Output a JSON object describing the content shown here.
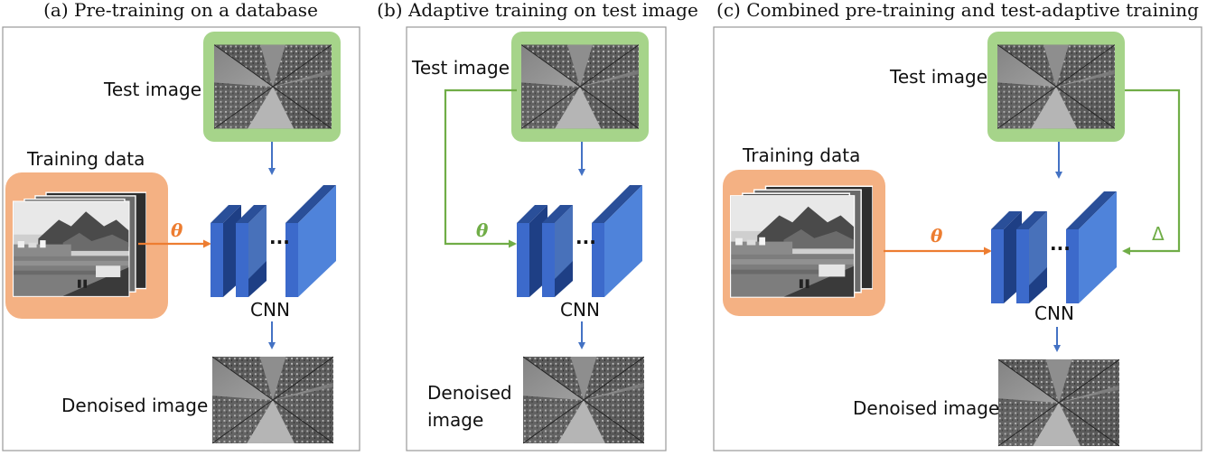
{
  "panels": {
    "a": {
      "title": "(a) Pre-training on a database",
      "test_image_label": "Test image",
      "training_data_label": "Training data",
      "param_symbol": "θ",
      "cnn_label": "CNN",
      "cnn_dots": "...",
      "denoised_label": "Denoised image"
    },
    "b": {
      "title": "(b) Adaptive training on test image",
      "test_image_label": "Test image",
      "param_symbol": "θ",
      "cnn_label": "CNN",
      "cnn_dots": "...",
      "denoised_label_line1": "Denoised",
      "denoised_label_line2": "image"
    },
    "c": {
      "title": "(c) Combined pre-training and test-adaptive training",
      "test_image_label": "Test image",
      "training_data_label": "Training data",
      "param_symbol": "θ",
      "delta_symbol": "Δ",
      "cnn_label": "CNN",
      "cnn_dots": "...",
      "denoised_label": "Denoised image"
    }
  },
  "colors": {
    "test_image_frame": "#a6d48a",
    "training_data_frame": "#f4b183",
    "flow_arrow": "#4472c4",
    "param_arrow_orange": "#ed7d31",
    "param_arrow_green": "#70ad47",
    "cnn_front": "#2f55a8",
    "cnn_side": "#1f3d82",
    "cnn_light": "#5b8fe0",
    "panel_border": "#999999"
  },
  "icons": {
    "test_image": "grayscale-skyscraper-photo",
    "training_image": "grayscale-harbor-mountain-photo",
    "denoised_image": "grayscale-skyscraper-photo"
  }
}
